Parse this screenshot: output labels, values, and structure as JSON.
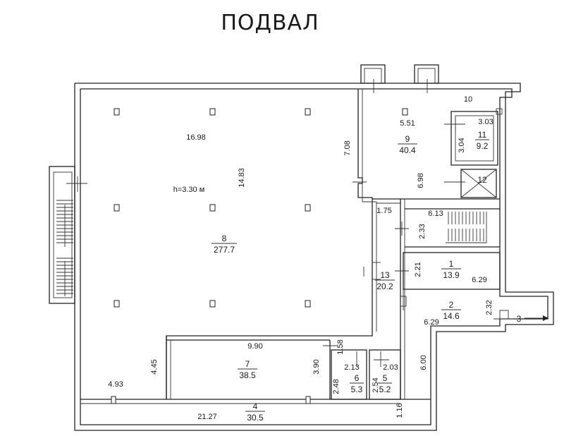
{
  "title": "ПОДВАЛ",
  "rooms": {
    "r1": {
      "num": "1",
      "area": "13.9"
    },
    "r2": {
      "num": "2",
      "area": "14.6"
    },
    "r3": {
      "num": "3"
    },
    "r4": {
      "num": "4",
      "area": "30.5"
    },
    "r5": {
      "num": "5",
      "area": "5.2"
    },
    "r6": {
      "num": "6",
      "area": "5.3"
    },
    "r7": {
      "num": "7",
      "area": "38.5"
    },
    "r8": {
      "num": "8",
      "area": "277.7"
    },
    "r9": {
      "num": "9",
      "area": "40.4"
    },
    "r11": {
      "num": "11",
      "area": "9.2"
    },
    "r12": {
      "num": "12"
    },
    "r13": {
      "num": "13",
      "area": "20.2"
    }
  },
  "height_label": "h=3.30 м",
  "dims": {
    "d1": "16.98",
    "d2": "14.83",
    "d3": "7.08",
    "d4": "5.51",
    "d5": "10",
    "d6": "3.03",
    "d7": "3.04",
    "d8": "6.98",
    "d9": "1.75",
    "d10": "6.13",
    "d11": "2.33",
    "d12": "2.21",
    "d13": "6.29",
    "d14": "2.32",
    "d15": "6.29",
    "d16": "9.90",
    "d17": "1.58",
    "d18": "2.13",
    "d19": "2.03",
    "d20": "3.90",
    "d21": "2.48",
    "d22": "2.54",
    "d23": "4.45",
    "d24": "4.93",
    "d25": "6.00",
    "d26": "21.27",
    "d27": "1.16"
  }
}
